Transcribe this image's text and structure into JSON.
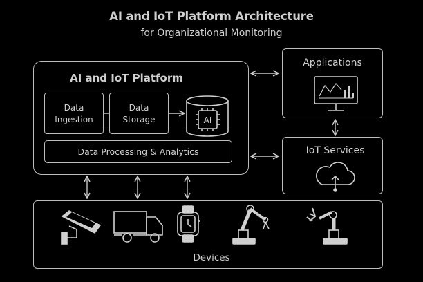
{
  "title": "AI and IoT Platform Architecture",
  "subtitle": "for Organizational Monitoring",
  "platform": {
    "title": "AI and IoT Platform",
    "ingestion_line1": "Data",
    "ingestion_line2": "Ingestion",
    "storage_line1": "Data",
    "storage_line2": "Storage",
    "ai_label": "AI",
    "processing": "Data Processing & Analytics"
  },
  "applications": {
    "title": "Applications"
  },
  "iot_services": {
    "title": "IoT Services"
  },
  "devices": {
    "title": "Devices"
  },
  "icons": [
    "monitor-chart-icon",
    "database-ai-icon",
    "cloud-upload-icon",
    "security-camera-icon",
    "truck-icon",
    "smartwatch-icon",
    "robot-arm-icon",
    "wrench-robot-arm-icon"
  ]
}
